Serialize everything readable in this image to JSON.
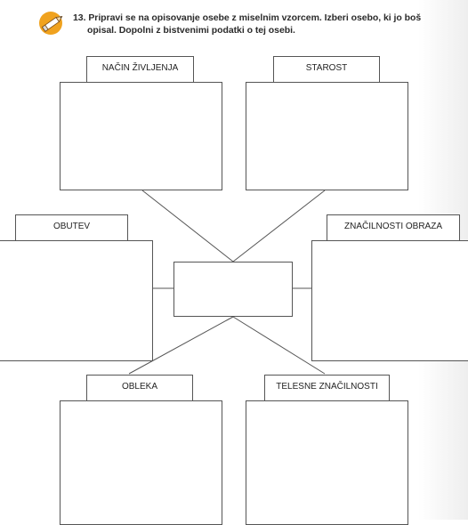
{
  "task": {
    "number": "13.",
    "line1": "Pripravi se na opisovanje osebe z miselnim vzorcem. Izberi osebo, ki jo boš",
    "line2": "opisal. Dopolni z bistvenimi podatki o tej osebi.",
    "icon": "pencil-icon",
    "icon_color": "#f0a21e"
  },
  "mind_map": {
    "labels": {
      "nacin_zivljenja": "NAČIN ŽIVLJENJA",
      "starost": "STAROST",
      "obutev": "OBUTEV",
      "znacilnosti_obraza": "ZNAČILNOSTI OBRAZA",
      "obleka": "OBLEKA",
      "telesne_znacilnosti": "TELESNE ZNAČILNOSTI"
    },
    "line_color": "#555555"
  }
}
